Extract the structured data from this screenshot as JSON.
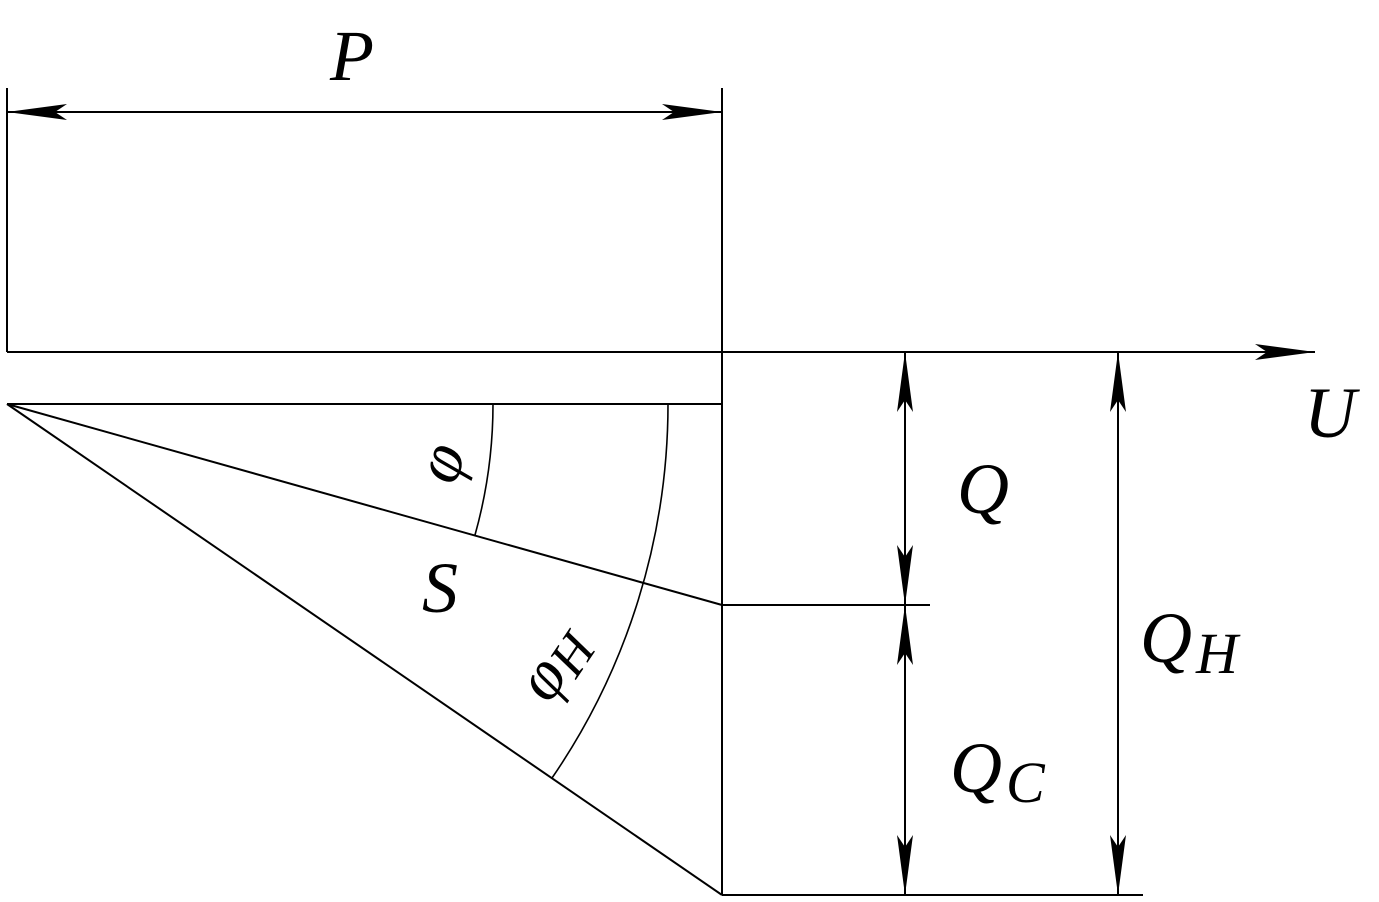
{
  "labels": {
    "p": "P",
    "u": "U",
    "q": "Q",
    "q_main": "Q",
    "q_c_sub": "C",
    "q_h_sub": "H",
    "s": "S",
    "phi": "φ",
    "phi_h_main": "φ",
    "phi_h_sub": "H"
  }
}
